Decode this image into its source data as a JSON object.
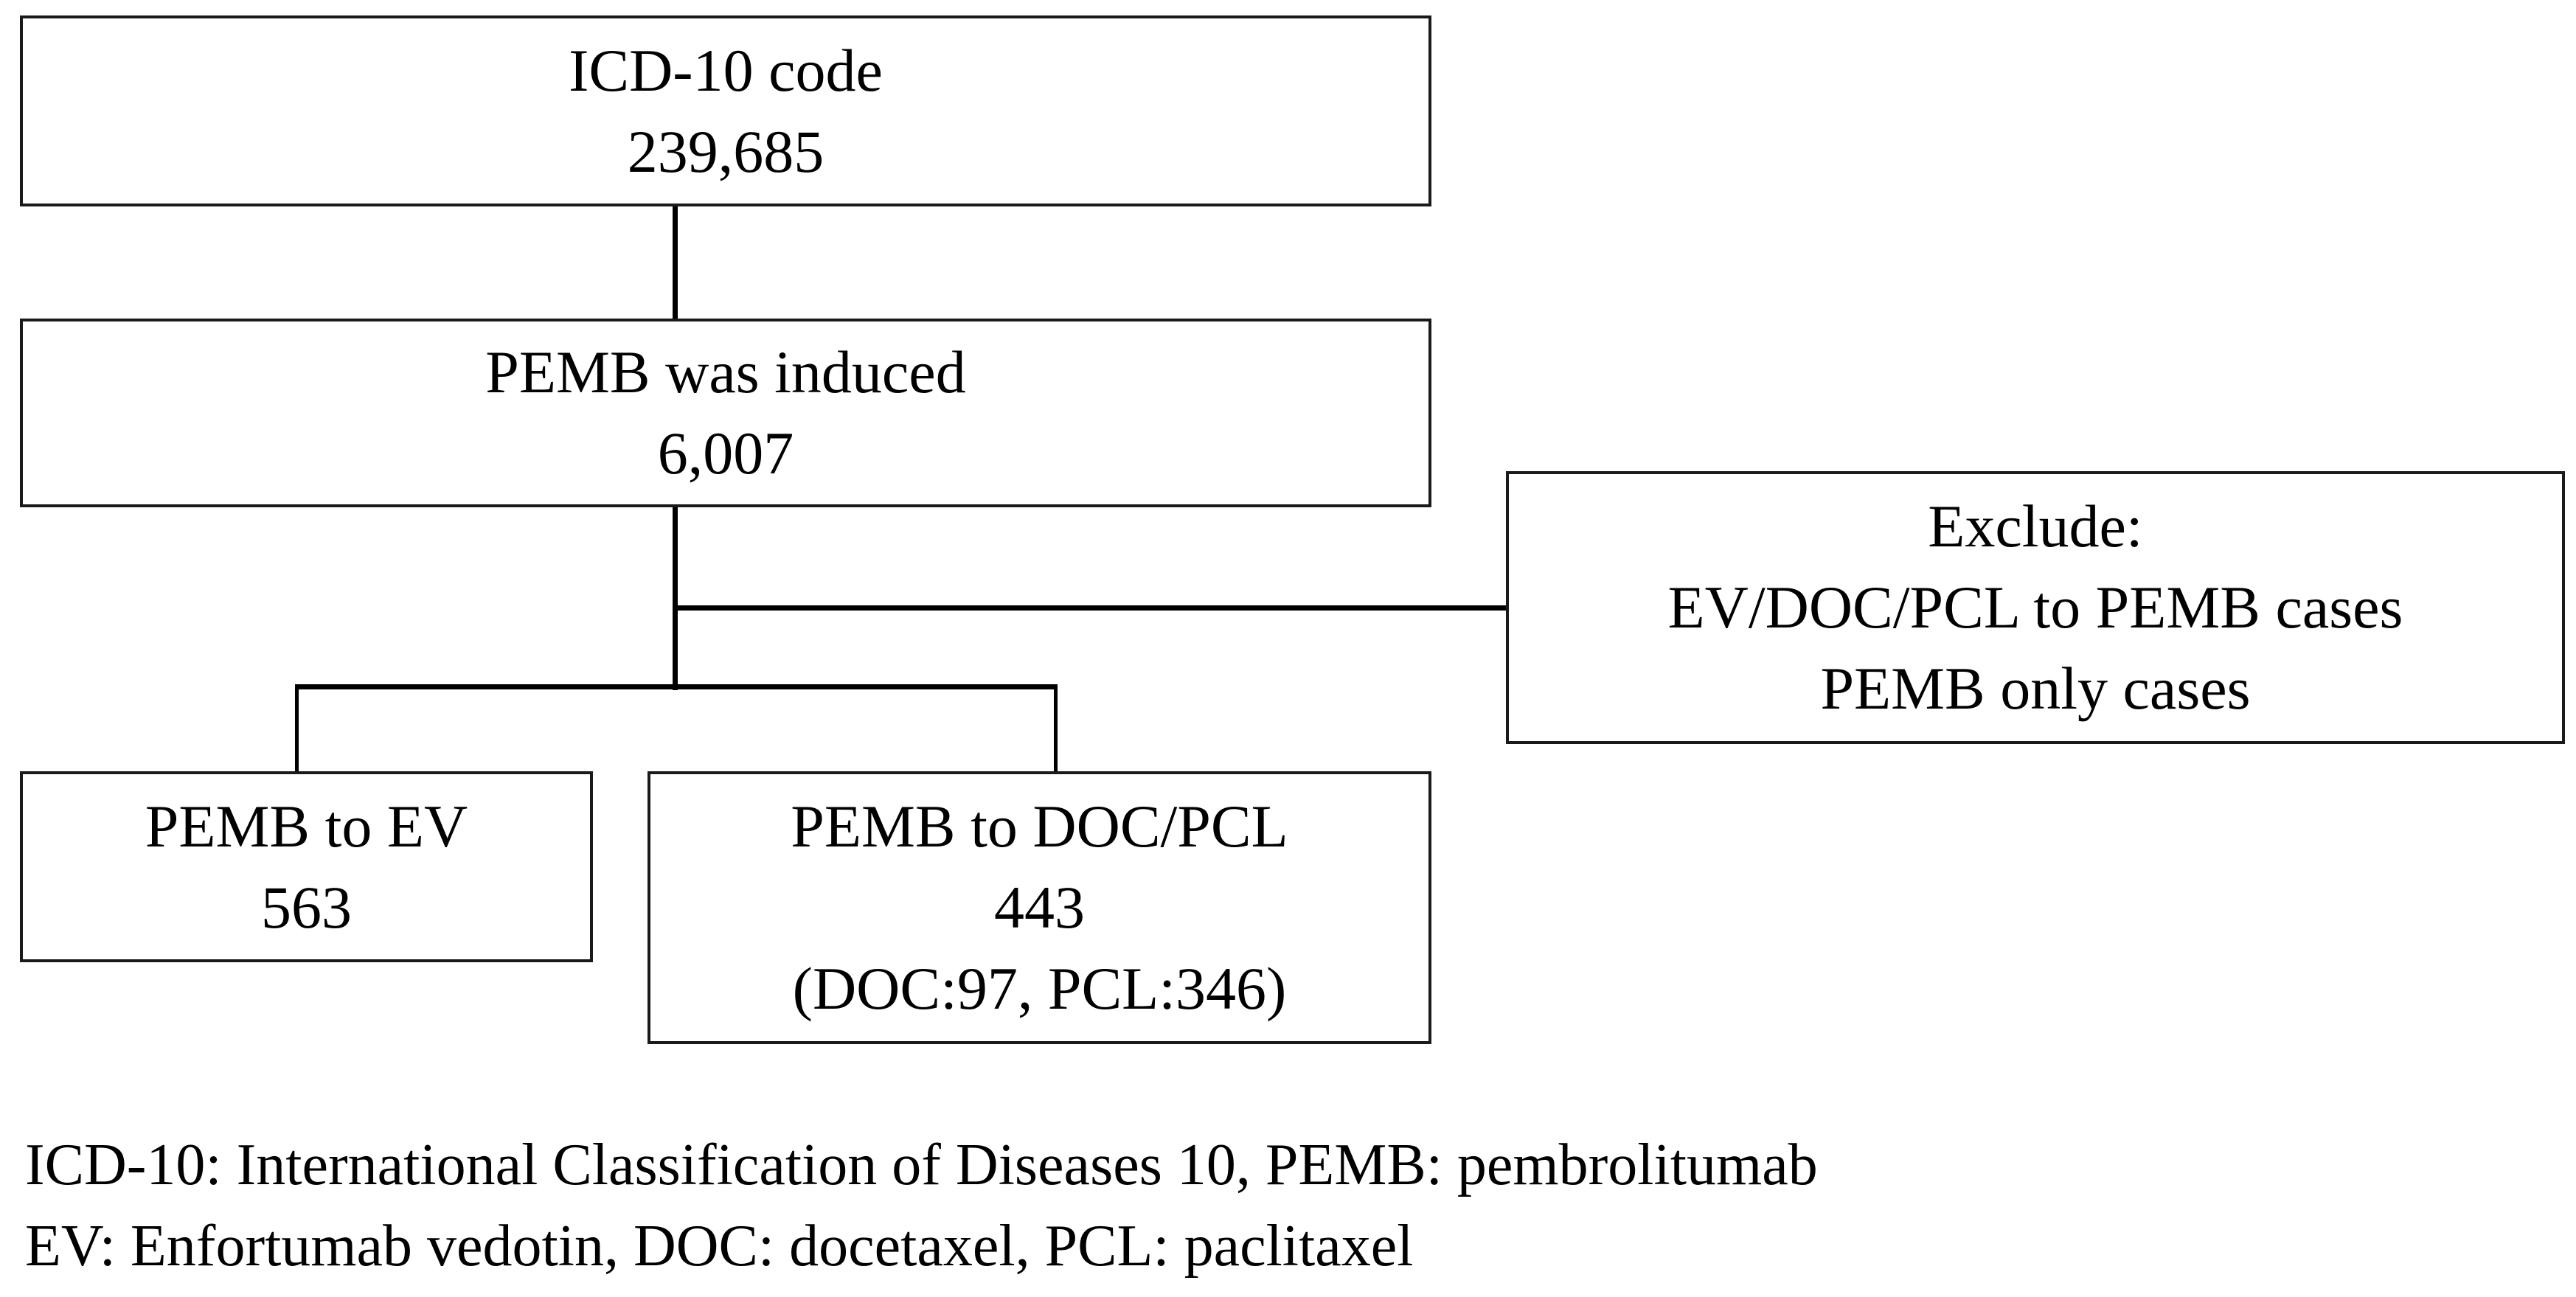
{
  "nodes": {
    "icd": {
      "line1": "ICD-10 code",
      "line2": "239,685"
    },
    "pemb": {
      "line1": "PEMB was induced",
      "line2": "6,007"
    },
    "exclude": {
      "line1": "Exclude:",
      "line2": "EV/DOC/PCL to PEMB cases",
      "line3": "PEMB only cases"
    },
    "ev": {
      "line1": "PEMB to EV",
      "line2": "563"
    },
    "docpcl": {
      "line1": "PEMB to DOC/PCL",
      "line2": "443",
      "line3": "(DOC:97, PCL:346)"
    }
  },
  "footnotes": {
    "line1": "ICD-10: International Classification of Diseases 10, PEMB: pembrolitumab",
    "line2": "EV: Enfortumab vedotin, DOC: docetaxel, PCL: paclitaxel"
  }
}
